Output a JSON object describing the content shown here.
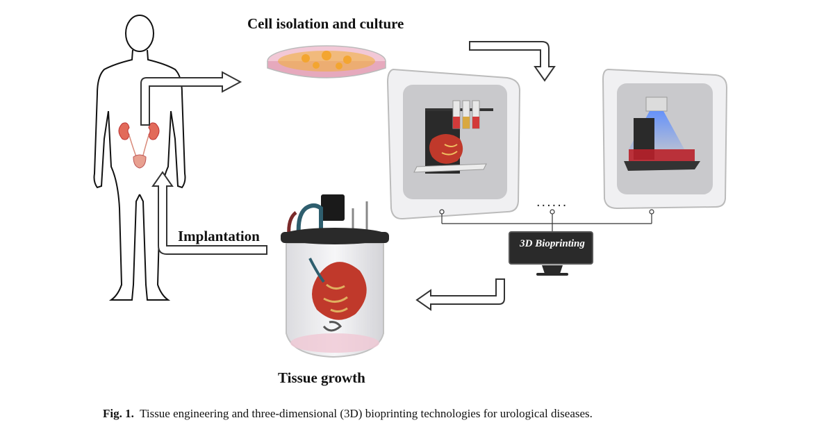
{
  "labels": {
    "cell_isolation": "Cell isolation and culture",
    "implantation": "Implantation",
    "tissue_growth": "Tissue growth",
    "bioprinting": "3D Bioprinting",
    "more_printers": "......"
  },
  "caption": {
    "prefix": "Fig. 1.",
    "text": "Tissue engineering and three-dimensional (3D) bioprinting technologies for urological diseases."
  },
  "colors": {
    "kidney": "#c0392b",
    "petri_dish": "#e8b4c8",
    "cells": "#f0b040",
    "uv_light": "#3a6ee8",
    "monitor": "#2a2a2a"
  }
}
